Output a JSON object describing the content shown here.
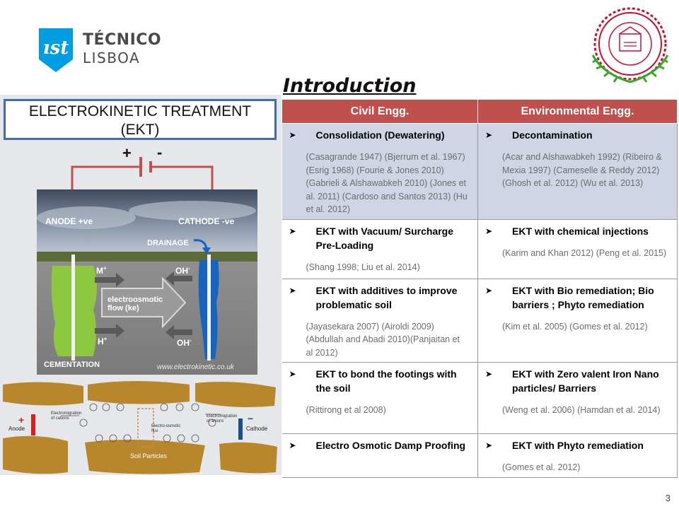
{
  "header": {
    "logo_line1": "TÉCNICO",
    "logo_line2": "LISBOA",
    "title": "Introduction"
  },
  "left_panel": {
    "ekt_title_line1": "ELECTROKINETIC TREATMENT",
    "ekt_title_line2": "(EKT)",
    "battery_plus": "+",
    "battery_minus": "-",
    "photo": {
      "anode_label": "ANODE +ve",
      "cathode_label": "CATHODE -ve",
      "drainage_label": "DRAINAGE",
      "m_plus": "M",
      "oh_minus_top": "OH",
      "flow_line1": "electroosmotic",
      "flow_line2": "flow (ke)",
      "h_plus": "H",
      "oh_minus_bottom": "OH",
      "cementation_label": "CEMENTATION",
      "website": "www.electrokinetic.co.uk",
      "sup_plus": "+",
      "sup_minus": "-"
    },
    "soil": {
      "anode_label": "Anode",
      "cathode_label": "Cathode",
      "cations_label_1": "Electromigration",
      "cations_label_2": "of cations",
      "anions_label_1": "Electromigration",
      "anions_label_2": "of anions",
      "flux_label_1": "Electro-osmotic",
      "flux_label_2": "flux",
      "particles_label": "Soil Particles",
      "plus_sign": "+",
      "minus_sign": "−"
    }
  },
  "table": {
    "headers": [
      "Civil Engg.",
      "Environmental Engg."
    ],
    "rows": [
      {
        "civil": {
          "title": "Consolidation (Dewatering)",
          "refs": "(Casagrande 1947) (Bjerrum et al. 1967) (Esrig 1968) (Fourie & Jones 2010) (Gabrieli & Alshawabkeh 2010) (Jones et al. 2011) (Cardoso and Santos 2013) (Hu et al. 2012)"
        },
        "env": {
          "title": "Decontamination",
          "refs": "(Acar and Alshawabkeh 1992) (Ribeiro & Mexia 1997) (Cameselle & Reddy 2012) (Ghosh et al. 2012) (Wu et al. 2013)"
        }
      },
      {
        "civil": {
          "title": "EKT with Vacuum/ Surcharge Pre-Loading",
          "refs": "(Shang 1998; Liu et al. 2014)"
        },
        "env": {
          "title": "EKT with chemical injections",
          "refs": "(Karim and Khan 2012) (Peng et al. 2015)"
        }
      },
      {
        "civil": {
          "title": "EKT with additives to improve problematic soil",
          "refs": "(Jayasekara 2007) (Airoldi 2009) (Abdullah and Abadi  2010)(Panjaitan et al 2012)"
        },
        "env": {
          "title": "EKT with Bio remediation; Bio barriers ; Phyto remediation",
          "refs": "(Kim et al. 2005) (Gomes et al. 2012)"
        }
      },
      {
        "civil": {
          "title": "EKT to bond the footings with the soil",
          "refs": "(Rittirong et al 2008)"
        },
        "env": {
          "title": "EKT with Zero valent Iron Nano particles/ Barriers",
          "refs": "(Weng et al. 2006) (Hamdan et al. 2014)"
        }
      },
      {
        "civil": {
          "title": "Electro Osmotic Damp Proofing",
          "refs": ""
        },
        "env": {
          "title": "EKT with Phyto remediation",
          "refs": "(Gomes et al. 2012)"
        }
      }
    ]
  },
  "bullet_glyph": "➤",
  "footer": {
    "page_number": "3"
  },
  "colors": {
    "header_red": "#c0504d",
    "shaded_row": "#cfd5e5",
    "box_border": "#3f6fa8",
    "ist_blue": "#009de0",
    "seal_red": "#c8102e",
    "leaf_green": "#3aa62c"
  }
}
